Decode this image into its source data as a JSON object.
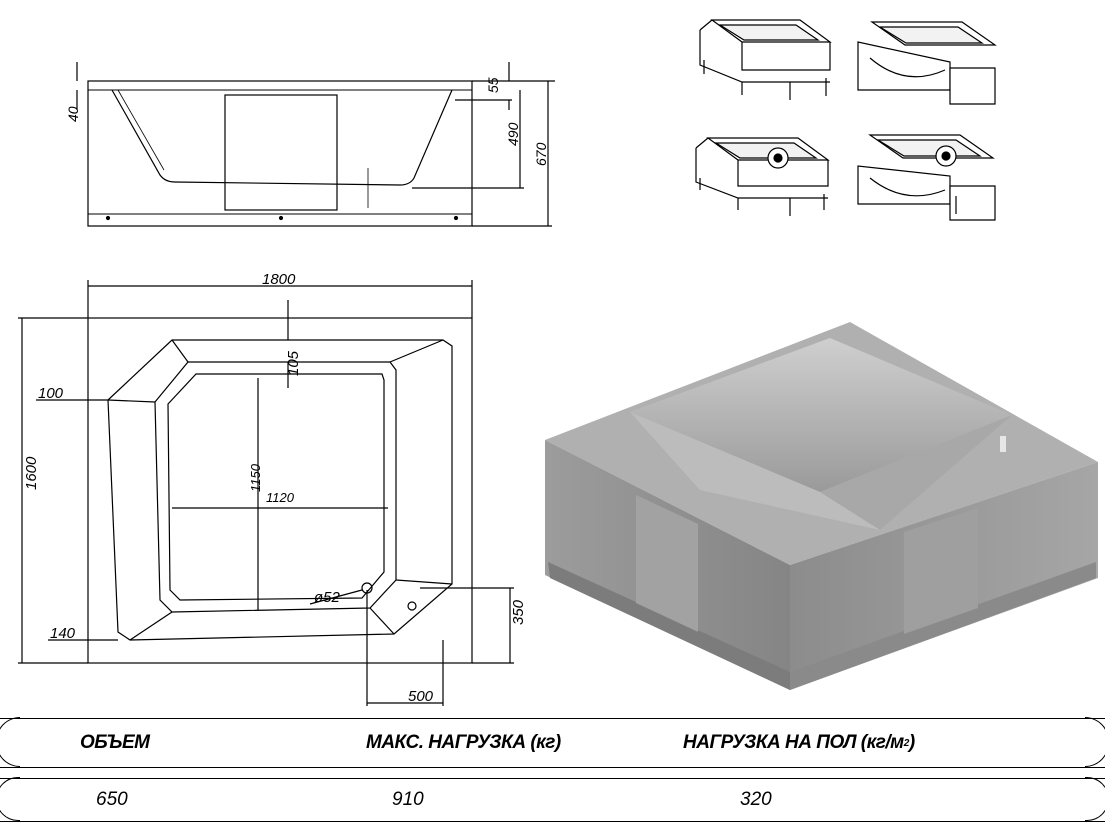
{
  "side_view": {
    "dims": {
      "rim": "40",
      "edge": "55",
      "depth": "490",
      "height": "670"
    }
  },
  "plan_view": {
    "dims": {
      "length": "1800",
      "width": "1600",
      "left_rim": "100",
      "top_rim": "105",
      "bowl_length": "1150",
      "bowl_width": "1120",
      "bottom_rim": "140",
      "drain": "ø52",
      "drain_y": "350",
      "drain_x": "500"
    }
  },
  "variants": [
    "tub-frame",
    "tub-panel",
    "tub-frame-hydromassage",
    "tub-panel-hydromassage"
  ],
  "specs": {
    "headers": {
      "volume": "ОБЪЕМ",
      "max_load": "МАКС. НАГРУЗКА (кг)",
      "floor_load": "НАГРУЗКА НА ПОЛ (кг/м",
      "floor_load_sup": "2",
      "floor_load_close": ")"
    },
    "values": {
      "volume": "650",
      "max_load": "910",
      "floor_load": "320"
    }
  },
  "colors": {
    "line": "#000000",
    "render_body": "#9a9a9a",
    "render_top": "#b4b4b4"
  }
}
